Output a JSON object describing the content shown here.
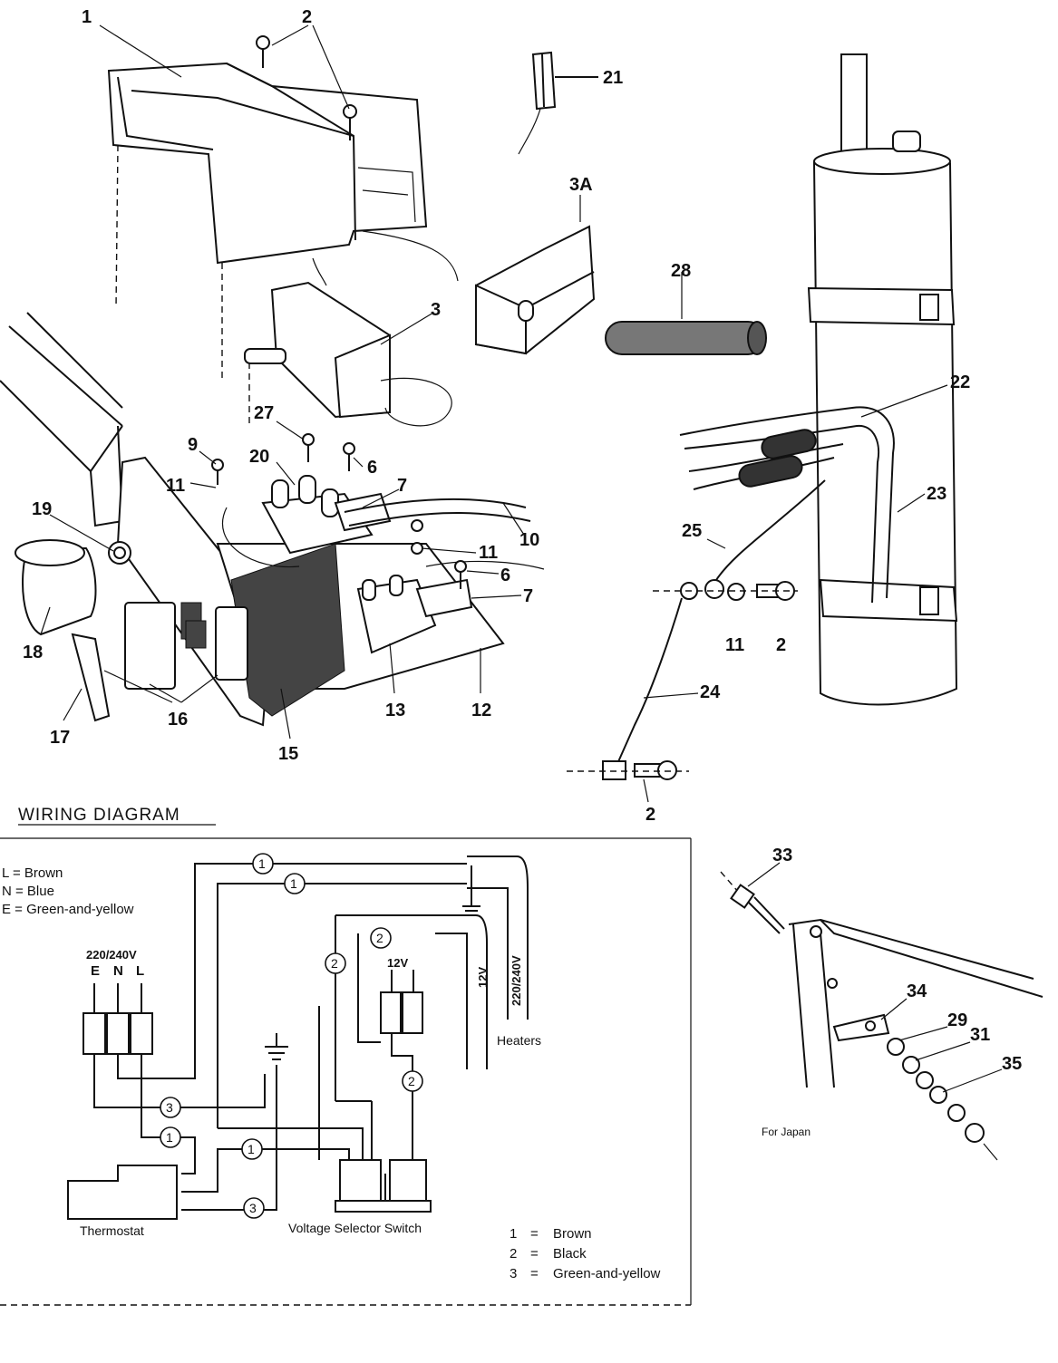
{
  "callouts": [
    {
      "id": "c1",
      "text": "1"
    },
    {
      "id": "c2a",
      "text": "2"
    },
    {
      "id": "c21",
      "text": "21"
    },
    {
      "id": "c3a",
      "text": "3A"
    },
    {
      "id": "c28",
      "text": "28"
    },
    {
      "id": "c3",
      "text": "3"
    },
    {
      "id": "c27",
      "text": "27"
    },
    {
      "id": "c9",
      "text": "9"
    },
    {
      "id": "c6a",
      "text": "6"
    },
    {
      "id": "c20",
      "text": "20"
    },
    {
      "id": "c7a",
      "text": "7"
    },
    {
      "id": "c11a",
      "text": "11"
    },
    {
      "id": "c19",
      "text": "19"
    },
    {
      "id": "c10",
      "text": "10"
    },
    {
      "id": "c11b",
      "text": "11"
    },
    {
      "id": "c6b",
      "text": "6"
    },
    {
      "id": "c7b",
      "text": "7"
    },
    {
      "id": "c18",
      "text": "18"
    },
    {
      "id": "c16",
      "text": "16"
    },
    {
      "id": "c17",
      "text": "17"
    },
    {
      "id": "c15",
      "text": "15"
    },
    {
      "id": "c13",
      "text": "13"
    },
    {
      "id": "c12",
      "text": "12"
    },
    {
      "id": "c22",
      "text": "22"
    },
    {
      "id": "c23",
      "text": "23"
    },
    {
      "id": "c25",
      "text": "25"
    },
    {
      "id": "c11c",
      "text": "11"
    },
    {
      "id": "c2b",
      "text": "2"
    },
    {
      "id": "c24",
      "text": "24"
    },
    {
      "id": "c2c",
      "text": "2"
    },
    {
      "id": "c33",
      "text": "33"
    },
    {
      "id": "c34",
      "text": "34"
    },
    {
      "id": "c29",
      "text": "29"
    },
    {
      "id": "c31",
      "text": "31"
    },
    {
      "id": "c35",
      "text": "35"
    }
  ],
  "wiring_diagram": {
    "title": "WIRING  DIAGRAM",
    "top_legend": [
      "L  =  Brown",
      "N  =  Blue",
      "E  =  Green-and-yellow"
    ],
    "supply_voltage": "220/240V",
    "terminals": [
      "E",
      "N",
      "L"
    ],
    "heater_voltage_low": "12V",
    "heater_voltage_low_vertical": "12V",
    "heater_voltage_high_vertical": "220/240V",
    "heaters_label": "Heaters",
    "thermostat_label": "Thermostat",
    "switch_label": "Voltage Selector Switch",
    "wire_numbers": {
      "w1": "1",
      "w2": "2",
      "w3": "3"
    },
    "bottom_legend": [
      {
        "num": "1",
        "eq": "=",
        "color": "Brown"
      },
      {
        "num": "2",
        "eq": "=",
        "color": "Black"
      },
      {
        "num": "3",
        "eq": "=",
        "color": "Green-and-yellow"
      }
    ]
  },
  "japan_note": "For Japan"
}
